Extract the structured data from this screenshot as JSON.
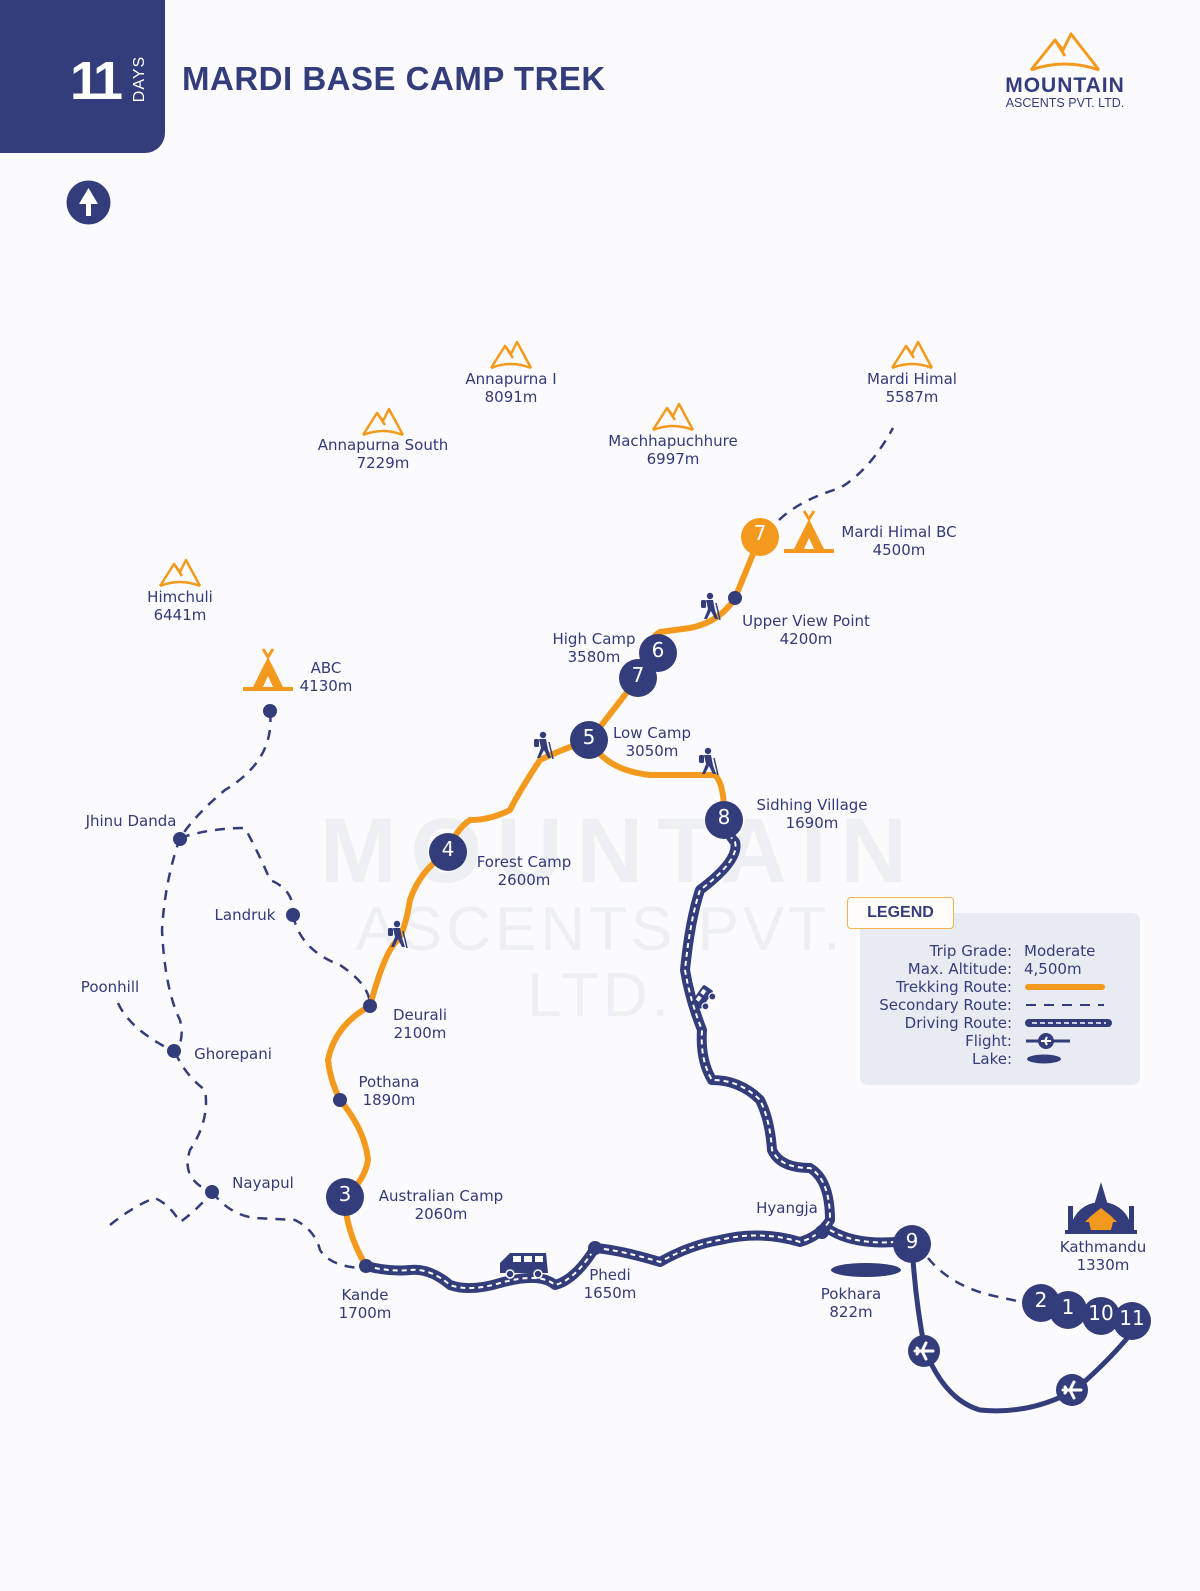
{
  "header": {
    "days_number": "11",
    "days_label": "DAYS",
    "title": "MARDI BASE CAMP TREK"
  },
  "logo": {
    "name": "MOUNTAIN",
    "subtitle": "ASCENTS PVT. LTD."
  },
  "watermark": {
    "line1": "MOUNTAIN",
    "line2": "ASCENTS PVT. LTD."
  },
  "colors": {
    "navy": "#343d7b",
    "orange": "#f39a1e",
    "background": "#fbfbfd",
    "legend_bg": "#e9ebf2"
  },
  "peaks": [
    {
      "name": "Annapurna I",
      "altitude": "8091m"
    },
    {
      "name": "Annapurna South",
      "altitude": "7229m"
    },
    {
      "name": "Machhapuchhure",
      "altitude": "6997m"
    },
    {
      "name": "Mardi Himal",
      "altitude": "5587m"
    },
    {
      "name": "Himchuli",
      "altitude": "6441m"
    }
  ],
  "camps": [
    {
      "name": "Mardi Himal BC",
      "altitude": "4500m"
    },
    {
      "name": "ABC",
      "altitude": "4130m"
    }
  ],
  "places": [
    {
      "name": "Upper View Point",
      "altitude": "4200m"
    },
    {
      "name": "High Camp",
      "altitude": "3580m"
    },
    {
      "name": "Low Camp",
      "altitude": "3050m"
    },
    {
      "name": "Sidhing Village",
      "altitude": "1690m"
    },
    {
      "name": "Forest Camp",
      "altitude": "2600m"
    },
    {
      "name": "Deurali",
      "altitude": "2100m"
    },
    {
      "name": "Pothana",
      "altitude": "1890m"
    },
    {
      "name": "Australian Camp",
      "altitude": "2060m"
    },
    {
      "name": "Kande",
      "altitude": "1700m"
    },
    {
      "name": "Phedi",
      "altitude": "1650m"
    },
    {
      "name": "Hyangja",
      "altitude": ""
    },
    {
      "name": "Pokhara",
      "altitude": "822m"
    },
    {
      "name": "Kathmandu",
      "altitude": "1330m"
    },
    {
      "name": "Jhinu Danda",
      "altitude": ""
    },
    {
      "name": "Landruk",
      "altitude": ""
    },
    {
      "name": "Poonhill",
      "altitude": ""
    },
    {
      "name": "Ghorepani",
      "altitude": ""
    },
    {
      "name": "Nayapul",
      "altitude": ""
    }
  ],
  "day_markers": [
    "7",
    "6",
    "7",
    "5",
    "4",
    "3",
    "8",
    "9",
    "2",
    "1",
    "10",
    "11"
  ],
  "legend": {
    "title": "LEGEND",
    "rows": [
      {
        "key": "Trip Grade:",
        "value": "Moderate"
      },
      {
        "key": "Max. Altitude:",
        "value": "4,500m"
      },
      {
        "key": "Trekking Route:",
        "value": ""
      },
      {
        "key": "Secondary Route:",
        "value": ""
      },
      {
        "key": "Driving Route:",
        "value": ""
      },
      {
        "key": "Flight:",
        "value": ""
      },
      {
        "key": "Lake:",
        "value": ""
      }
    ]
  },
  "icons": {
    "north": "north-arrow-icon",
    "peak": "mountain-peak-icon",
    "camp": "tent-icon",
    "hiker": "hiker-icon",
    "vehicle": "van-icon",
    "jeep": "jeep-icon",
    "flight": "airplane-icon",
    "lake": "lake-icon",
    "city": "temple-icon"
  }
}
